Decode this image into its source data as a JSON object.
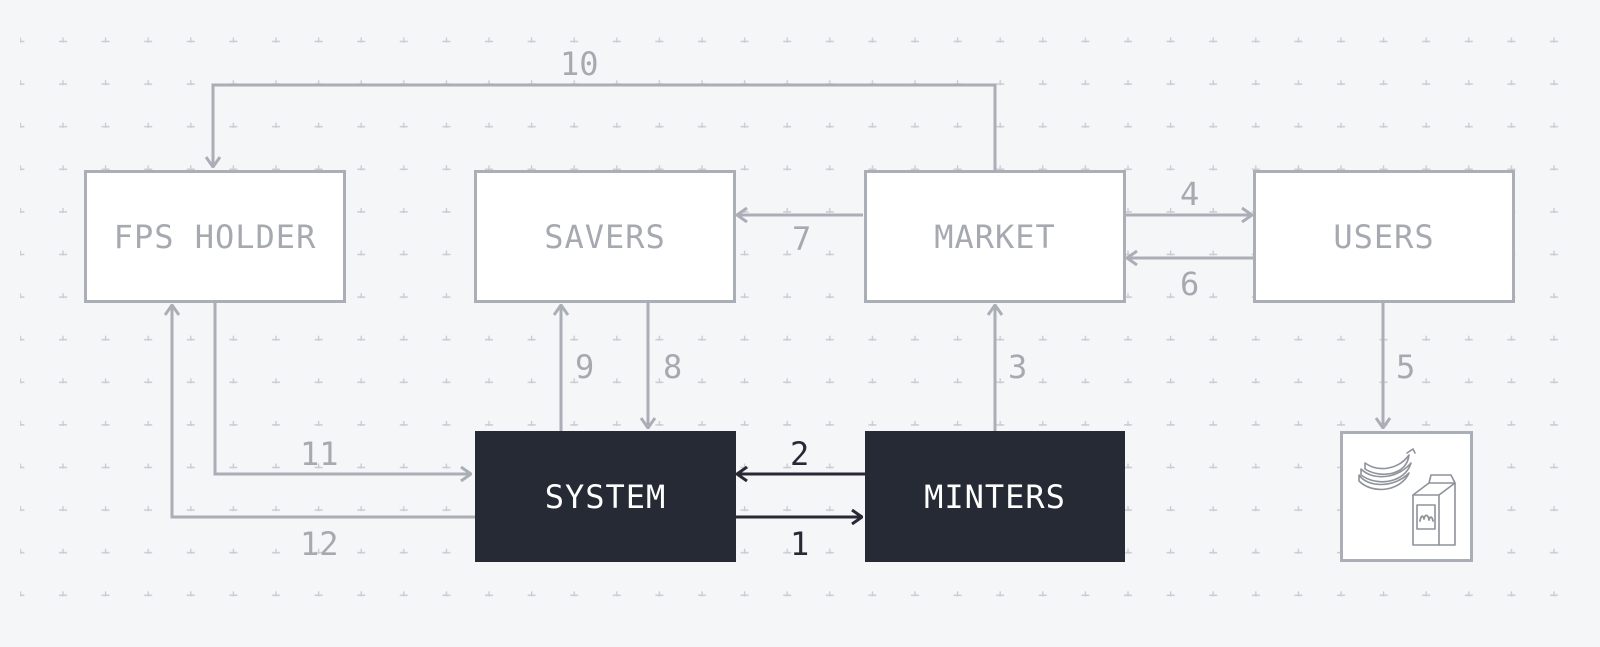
{
  "nodes": {
    "fps_holder": "FPS HOLDER",
    "savers": "SAVERS",
    "market": "MARKET",
    "users": "USERS",
    "system": "SYSTEM",
    "minters": "MINTERS"
  },
  "flow_labels": {
    "f1": "1",
    "f2": "2",
    "f3": "3",
    "f4": "4",
    "f5": "5",
    "f6": "6",
    "f7": "7",
    "f8": "8",
    "f9": "9",
    "f10": "10",
    "f11": "11",
    "f12": "12"
  },
  "goods_icon": "bananas-and-milk-carton-icon",
  "colors": {
    "light_stroke": "#aaaeb6",
    "dark": "#252a34",
    "background": "#f5f6f8"
  }
}
